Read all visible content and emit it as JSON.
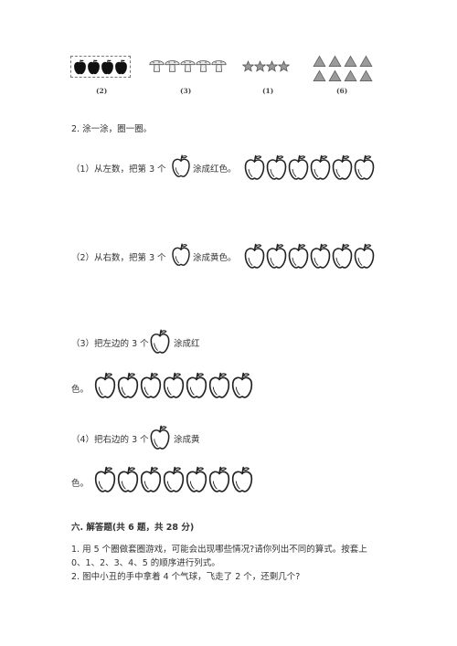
{
  "figure_row": {
    "captions": [
      "(2)",
      "(3)",
      "(1)",
      "(6)"
    ],
    "icons": [
      "apple-icon",
      "mushroom-icon",
      "star-icon",
      "triangle-icon"
    ]
  },
  "section2": {
    "title": "2. 涂一涂，圈一圈。",
    "items": [
      {
        "before": "（1）从左数，把第 3 个",
        "after": "涂成红色。",
        "apple_count": 6
      },
      {
        "before": "（2）从右数，把第 3 个",
        "after": "涂成黄色。",
        "apple_count": 6
      },
      {
        "before": "（3）把左边的 3 个",
        "after": "涂成红",
        "line2": "色。",
        "apple_count": 7
      },
      {
        "before": "（4）把右边的 3 个",
        "after": "涂成黄",
        "line2": "色。",
        "apple_count": 7
      }
    ]
  },
  "section6": {
    "title": "六. 解答题(共 6 题，共 28 分)",
    "q1_line1": "1. 用 5 个圈做套圈游戏，可能会出现哪些情况?请你列出不同的算式。按套上",
    "q1_line2": "0、1、2、3、4、5 的顺序进行列式。",
    "q2": "2. 图中小丑的手中拿着 4 个气球，飞走了 2 个，还剩几个?"
  }
}
